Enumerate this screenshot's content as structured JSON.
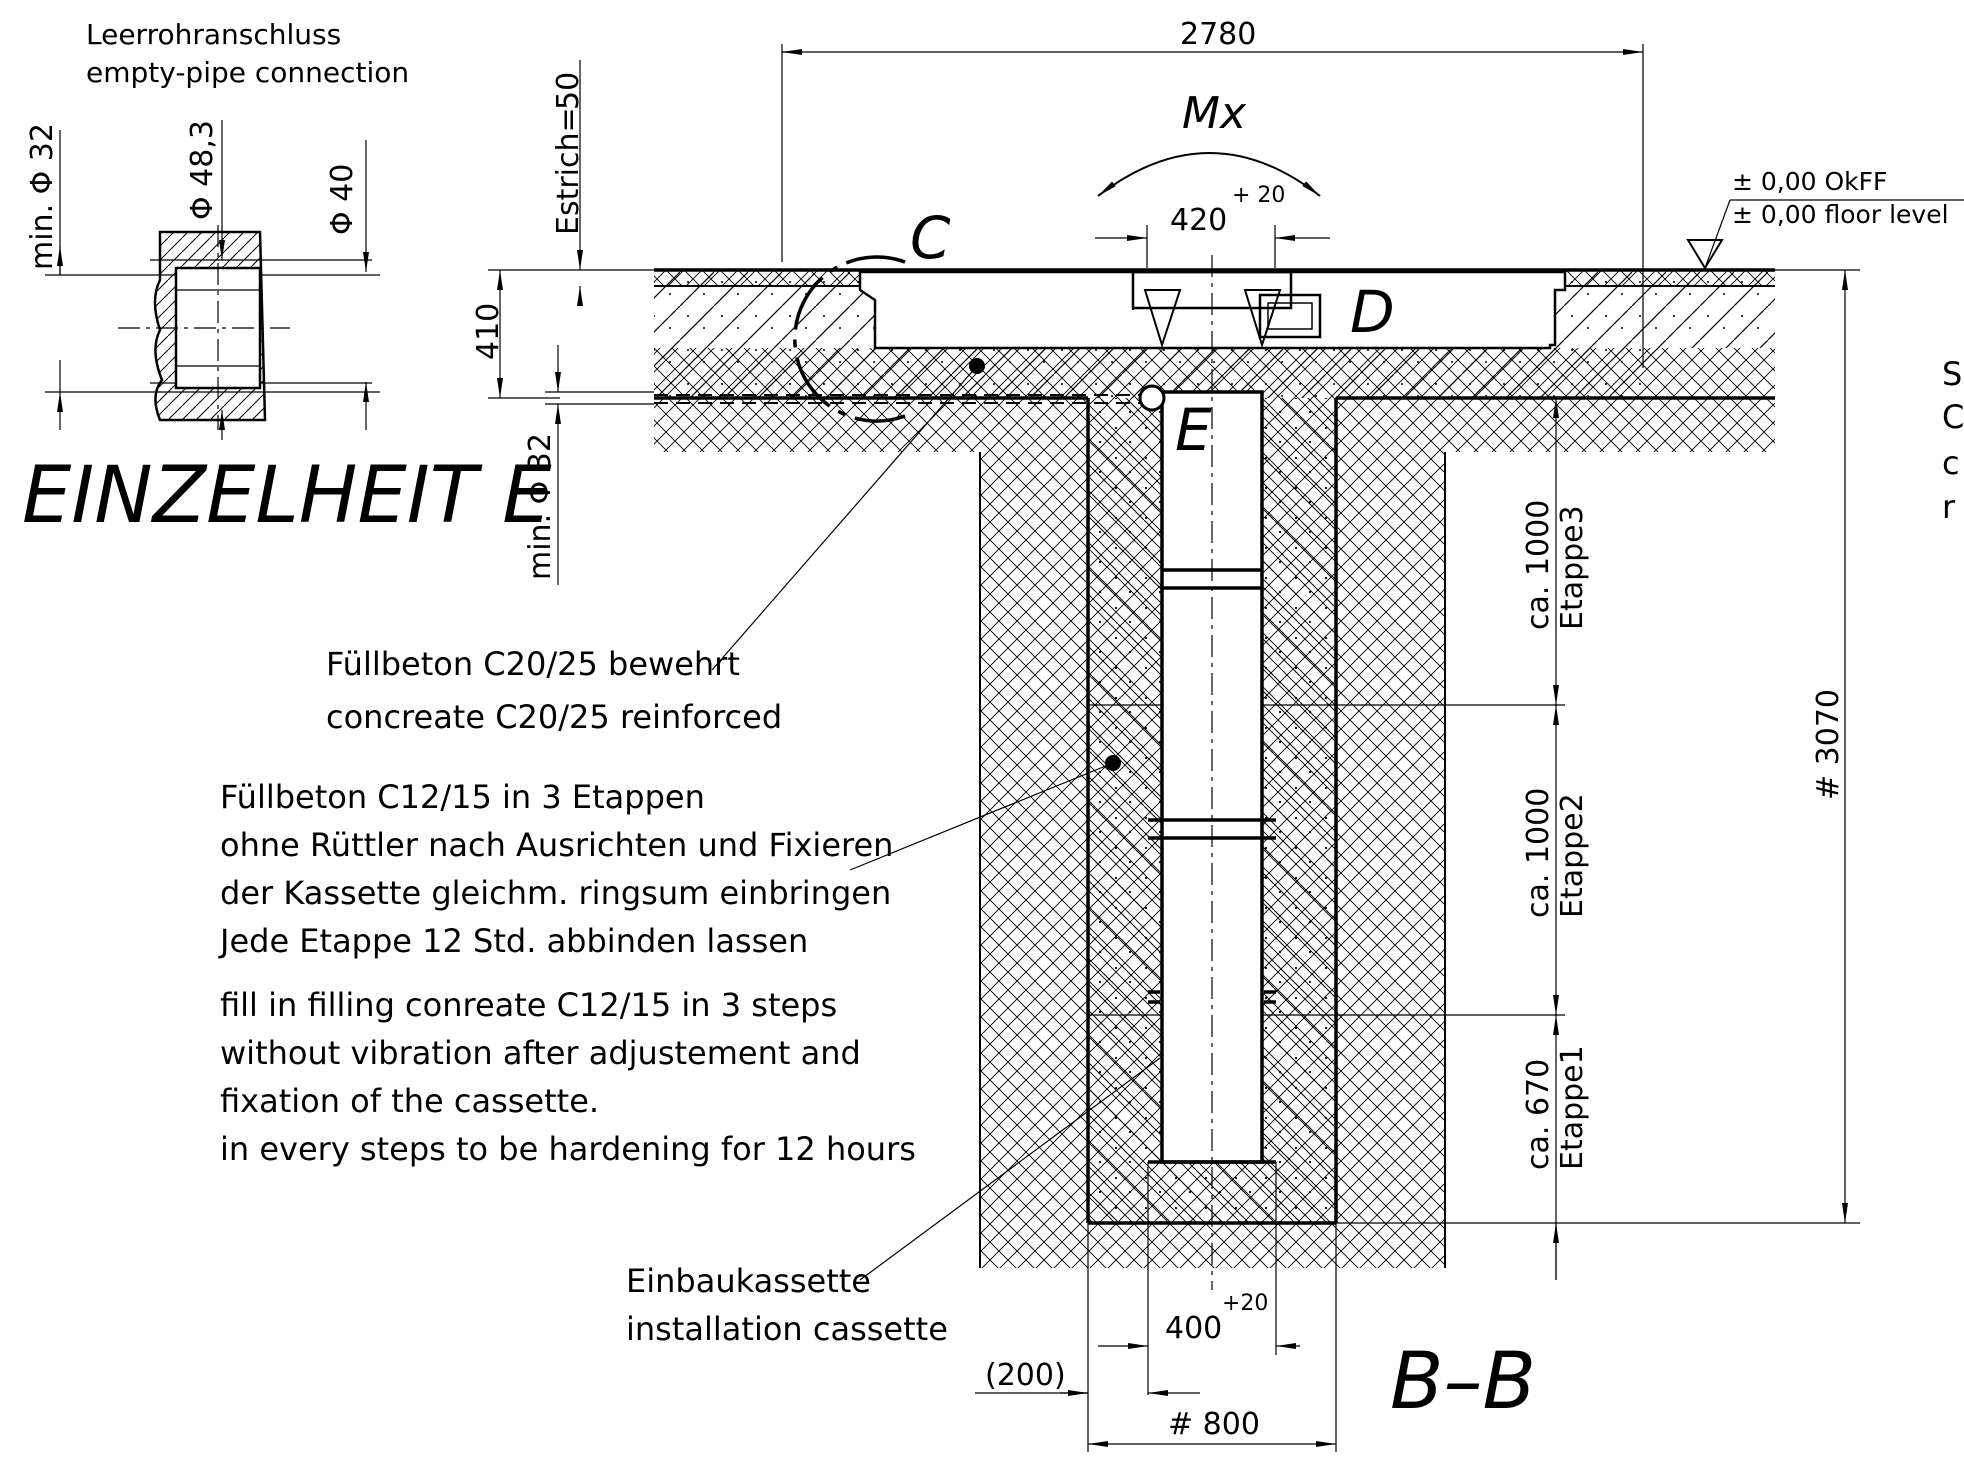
{
  "detail": {
    "pipe_label_de": "Leerrohranschluss",
    "pipe_label_en": "empty-pipe connection",
    "dim_min32": "min. Φ 32",
    "dim_483": "Φ 48,3",
    "dim_40": "Φ 40",
    "title": "EINZELHEIT E"
  },
  "dims": {
    "width_top": "2780",
    "estrich": "Estrich=",
    "estrich_val": "50",
    "d410": "410",
    "min32": "min. Φ 32",
    "mx": "Mx",
    "d420": "420",
    "d420_tol": "+ 20",
    "d3070": "# 3070",
    "d400": "400",
    "d400_tol": "+20",
    "d200": "(200)",
    "d800": "# 800"
  },
  "levels": {
    "okff": "± 0,00 OkFF",
    "floor": "± 0,00 floor level"
  },
  "stages": [
    {
      "dim": "ca. 1000",
      "name": "Etappe3"
    },
    {
      "dim": "ca. 1000",
      "name": "Etappe2"
    },
    {
      "dim": "ca. 670",
      "name": "Etappe1"
    }
  ],
  "letters": {
    "c": "C",
    "d": "D",
    "e": "E"
  },
  "notes": {
    "reinforced_de": "Füllbeton C20/25 bewehrt",
    "reinforced_en": "concreate C20/25 reinforced",
    "fill_de": [
      "Füllbeton C12/15 in 3 Etappen",
      "ohne Rüttler nach Ausrichten und Fixieren",
      "der Kassette gleichm. ringsum einbringen",
      "Jede Etappe 12 Std. abbinden lassen"
    ],
    "fill_en": [
      "fill in filling conreate C12/15 in 3 steps",
      "without vibration after adjustement and",
      "fixation of the cassette.",
      "in every steps to be hardening for 12 hours"
    ],
    "cassette_de": "Einbaukassette",
    "cassette_en": "installation cassette"
  },
  "section_label": "B–B",
  "right_cut": [
    "S",
    "C",
    "c",
    "r"
  ]
}
